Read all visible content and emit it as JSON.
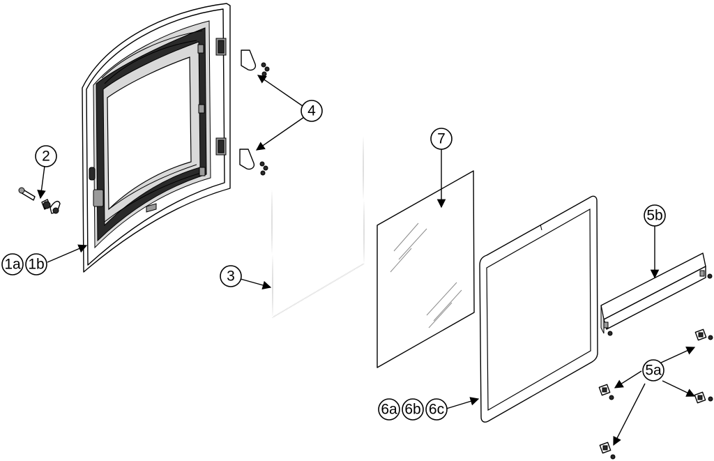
{
  "labels": {
    "door": [
      "1a",
      "1b"
    ],
    "handle": "2",
    "rope_seal": "3",
    "hinge": "4",
    "clip": "5a",
    "retaining_bar": "5b",
    "gasket": [
      "6a",
      "6b",
      "6c"
    ],
    "glass": "7"
  }
}
